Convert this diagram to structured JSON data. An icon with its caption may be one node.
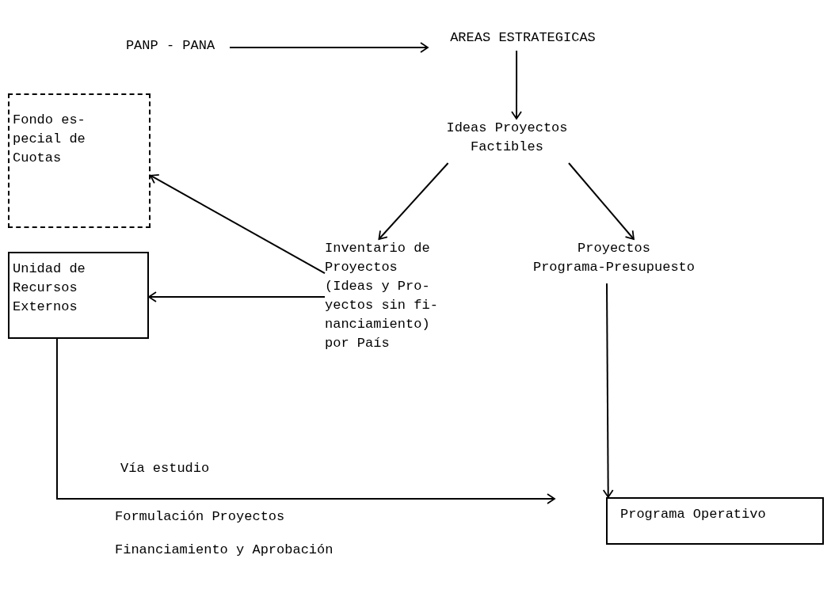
{
  "diagram": {
    "nodes": [
      {
        "text": [
          "PANP - PANA"
        ]
      },
      {
        "text": [
          "AREAS ESTRATEGICAS"
        ]
      },
      {
        "text": [
          "Ideas Proyectos Factibles"
        ]
      },
      {
        "text": [
          "Fondo es- pecial de Cuotas"
        ]
      },
      {
        "text": [
          "Unidad de Recursos Externos"
        ]
      },
      {
        "text": [
          "Inventario de Proyectos (Ideas y Pro- yectos sin fi- nanciamiento) por País"
        ]
      },
      {
        "text": [
          "Proyectos Programa-Presupuesto"
        ]
      },
      {
        "text": [
          "Programa Operativo"
        ]
      }
    ],
    "edges": [
      {
        "from": 0,
        "to": 1,
        "arrow": "to"
      },
      {
        "from": 1,
        "to": 2,
        "arrow": "to"
      },
      {
        "from": 2,
        "to": 5,
        "arrow": "to"
      },
      {
        "from": 5,
        "to": 3,
        "arrow": "to"
      },
      {
        "from": 5,
        "to": 4,
        "arrow": "to"
      },
      {
        "from": 2,
        "to": 6,
        "arrow": "to"
      },
      {
        "from": 6,
        "to": 7,
        "arrow": "to"
      },
      {
        "from": 4,
        "to": null,
        "arrow": "to",
        "label": "Vía estudio"
      }
    ],
    "labels": [
      "Formulación Proyectos",
      "Financiamiento y Aprobación"
    ]
  }
}
